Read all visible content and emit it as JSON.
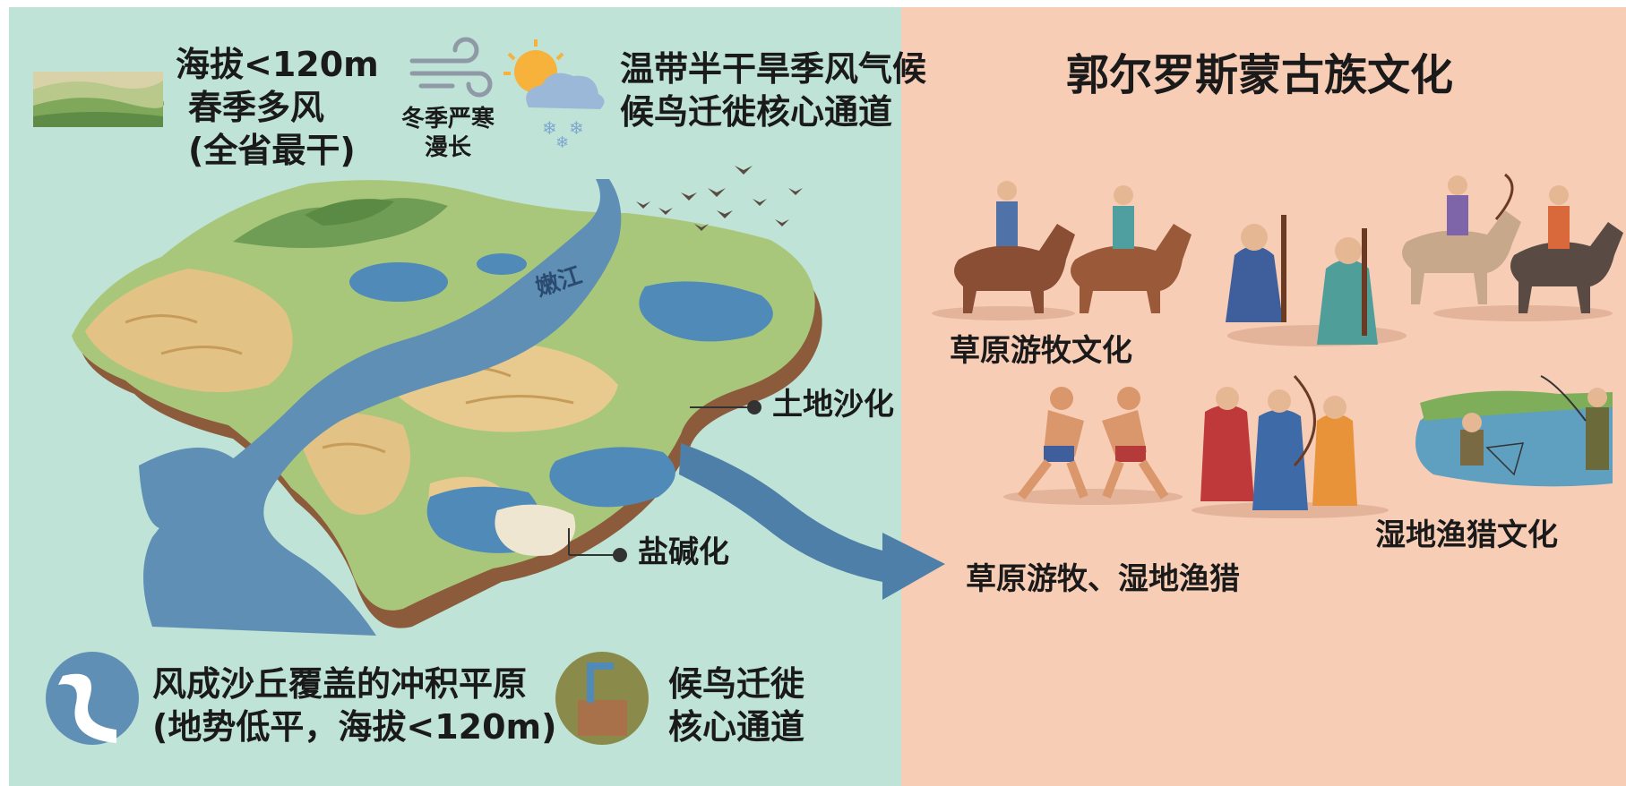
{
  "climate": {
    "altitude_line1": "海拔<120m",
    "altitude_line2": "春季多风",
    "altitude_line3": "(全省最干)",
    "winter_line1": "冬季严寒",
    "winter_line2": "漫长",
    "climate_line1": "温带半干旱季风气候",
    "climate_line2": "候鸟迁徙核心通道"
  },
  "map": {
    "river_label": "嫩江",
    "desertification_label": "土地沙化",
    "salinization_label": "盐碱化",
    "flow_label": "草原游牧、湿地渔猎"
  },
  "legend": {
    "plain_line1": "风成沙丘覆盖的冲积平原",
    "plain_line2": "(地势低平，海拔<120m)",
    "migration_line1": "候鸟迁徙",
    "migration_line2": "核心通道"
  },
  "culture": {
    "title": "郭尔罗斯蒙古族文化",
    "nomadic_label": "草原游牧文化",
    "fishing_label": "湿地渔猎文化"
  },
  "colors": {
    "left_bg": "#bfe3d6",
    "right_bg": "#f8cdb6",
    "river": "#5f8fb5",
    "grassland": "#a9c77a",
    "sand": "#e3c285"
  }
}
